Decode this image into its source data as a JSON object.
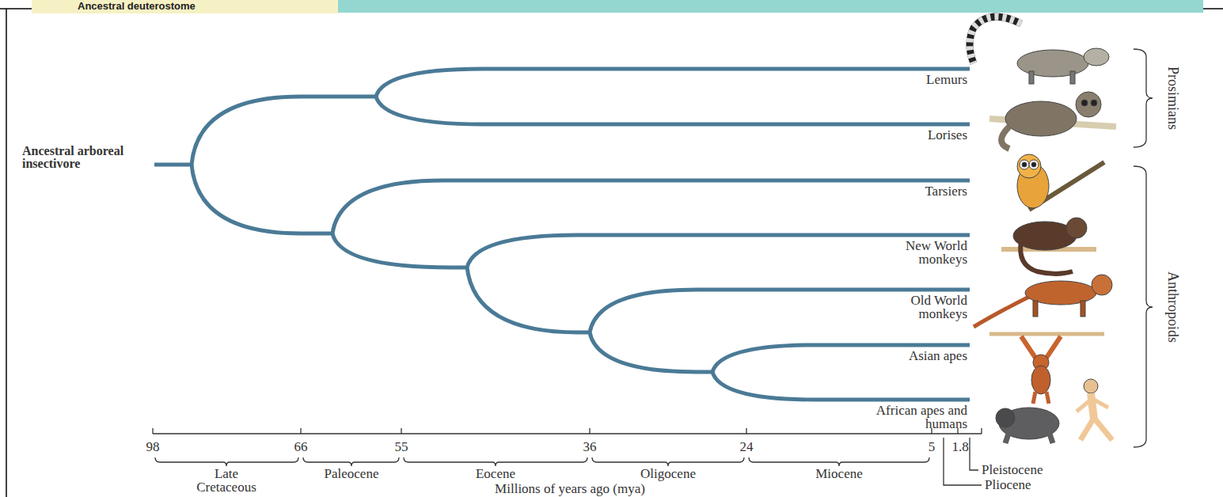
{
  "diagram": {
    "nodes": [
      {
        "text": [
          "Ancestral deuterostome"
        ]
      }
    ],
    "labels": [
      "Ancestral arboreal insectivore",
      "Lemurs",
      "Lorises",
      "Tarsiers",
      "New World monkeys",
      "Old World monkeys",
      "Asian apes",
      "African apes and humans",
      "Prosimians",
      "Anthropoids",
      "98",
      "66",
      "55",
      "36",
      "24",
      "5",
      "1.8",
      "Late Cretaceous",
      "Paleocene",
      "Eocene",
      "Oligocene",
      "Miocene",
      "Pleistocene",
      "Pliocene",
      "Millions of years ago (mya)"
    ]
  }
}
